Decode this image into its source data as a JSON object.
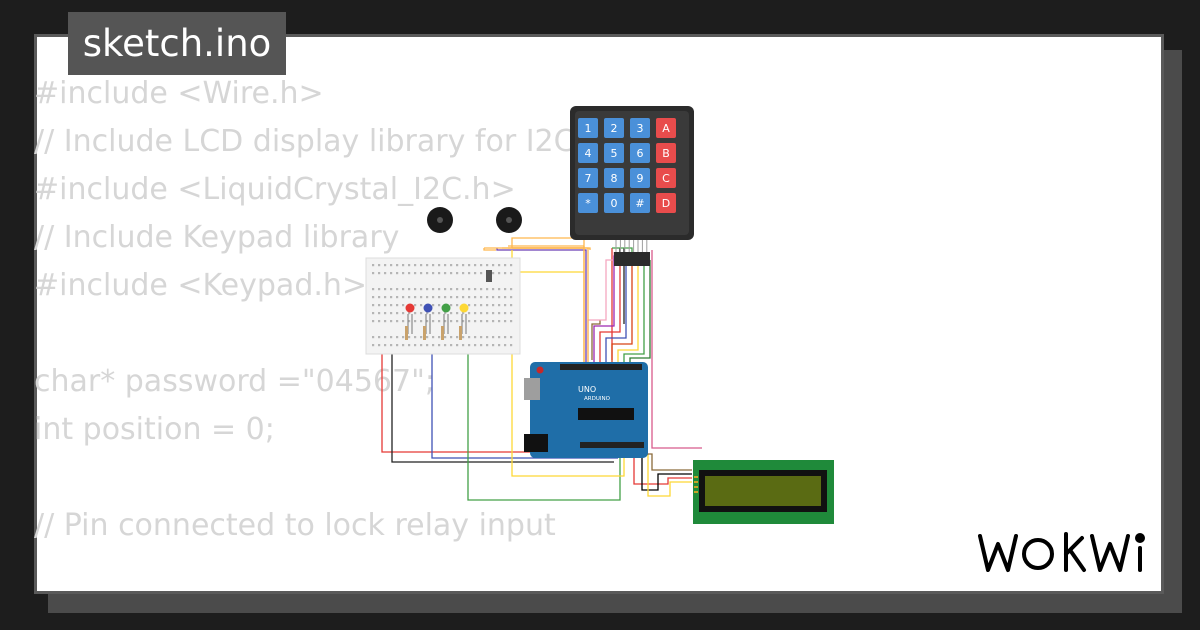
{
  "file_tab": {
    "name": "sketch.ino"
  },
  "code_lines": [
    "#include <Wire.h>",
    "// Include LCD display library for I2C",
    "#include <LiquidCrystal_I2C.h>",
    "// Include Keypad library",
    "#include <Keypad.h>",
    "",
    "char* password =\"04567\";",
    "int position = 0;",
    "",
    "// Pin connected to lock relay input"
  ],
  "keypad": {
    "keys": [
      "1",
      "2",
      "3",
      "A",
      "4",
      "5",
      "6",
      "B",
      "7",
      "8",
      "9",
      "C",
      "*",
      "0",
      "#",
      "D"
    ],
    "colors": {
      "digit": "#4a90d9",
      "letter": "#e84c4c",
      "body": "#2b2b2b"
    }
  },
  "arduino": {
    "brand": "ARDUINO",
    "model": "UNO",
    "color": "#1f6ea8"
  },
  "lcd": {
    "bezel_color": "#1f8a3a",
    "screen_color": "#5a6b13"
  },
  "leds": {
    "colors": [
      "#e53935",
      "#3f51b5",
      "#43a047",
      "#fdd835"
    ]
  },
  "brand": {
    "logo_text": "WOKWi"
  }
}
